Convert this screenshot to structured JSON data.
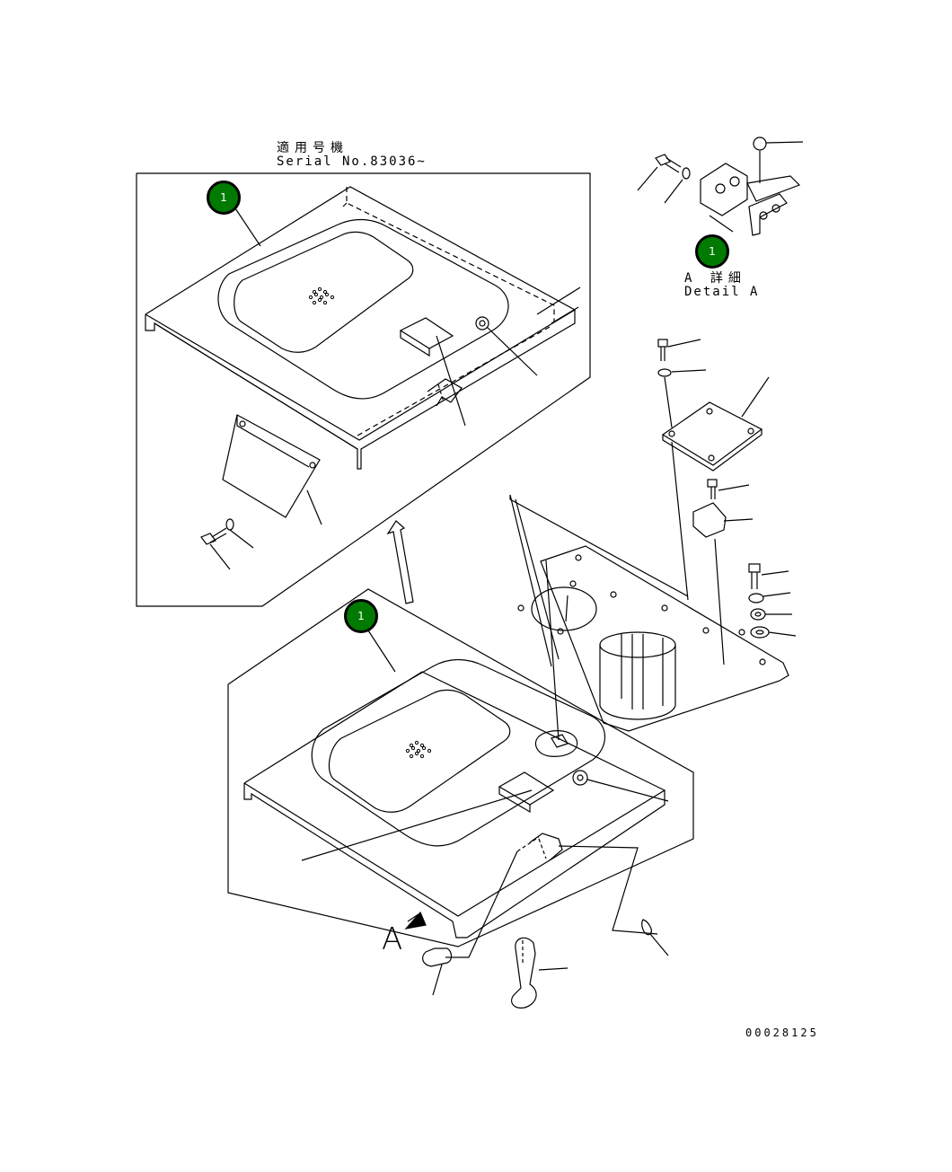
{
  "labels": {
    "serial_jp": "適用号機",
    "serial_en": "Serial No.83036~",
    "detail_jp": "A 詳細",
    "detail_en": "Detail A",
    "view_letter": "A",
    "drawing_number": "00028125"
  },
  "callouts": [
    "1",
    "1",
    "1"
  ],
  "colors": {
    "line": "#000000",
    "callout_fill": "#007a00",
    "callout_text": "#ffffff",
    "background": "#ffffff"
  }
}
